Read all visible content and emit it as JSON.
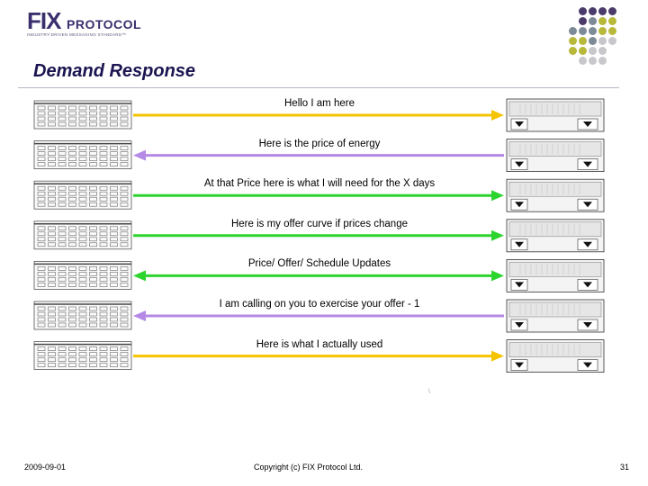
{
  "logo": {
    "fix": "FIX",
    "protocol": "PROTOCOL",
    "tagline": "INDUSTRY-DRIVEN MESSAGING STANDARD™",
    "dot_colors": [
      "#4a3b6b",
      "#7d8a97",
      "#b8b83a",
      "#c8c8cc"
    ]
  },
  "title": "Demand Response",
  "messages": [
    {
      "label": "Hello I am here",
      "direction": "right",
      "color": "#f5c400"
    },
    {
      "label": "Here is the price of energy",
      "direction": "left",
      "color": "#b48ae6"
    },
    {
      "label": "At that Price here is what I will need for the X days",
      "direction": "right",
      "color": "#2ed42e"
    },
    {
      "label": "Here is my offer curve if prices change",
      "direction": "right",
      "color": "#2ed42e"
    },
    {
      "label": "Price/ Offer/ Schedule Updates",
      "direction": "both",
      "color": "#2ed42e"
    },
    {
      "label": "I am calling on you to exercise your offer - 1",
      "direction": "left",
      "color": "#b48ae6"
    },
    {
      "label": "Here is what I actually used",
      "direction": "right",
      "color": "#f5c400"
    }
  ],
  "mark": "\\",
  "footer": {
    "date": "2009-09-01",
    "copyright": "Copyright (c) FIX Protocol Ltd.",
    "page": "31"
  }
}
